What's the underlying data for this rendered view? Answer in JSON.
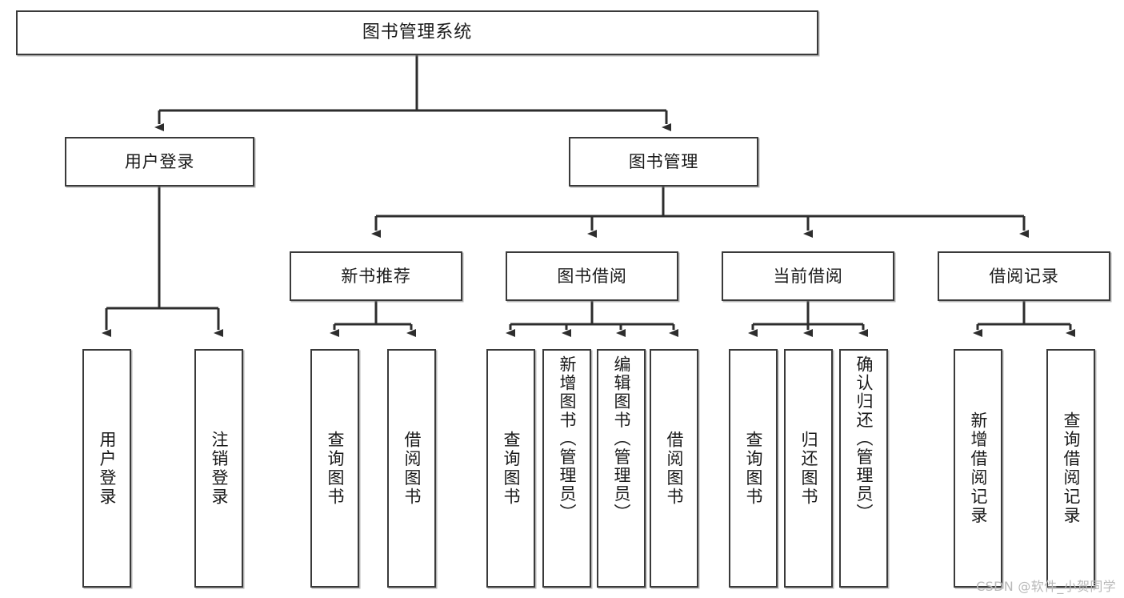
{
  "diagram": {
    "title": "图书管理系统",
    "type": "tree-hierarchy",
    "watermark": "CSDN @软件_小贺同学",
    "colors": {
      "box_border": "#3a3a3a",
      "box_fill": "#ffffff",
      "connector": "#2d2d2d",
      "text": "#1a1a1a",
      "watermark": "#b9b9b9"
    },
    "root": {
      "label": "图书管理系统"
    },
    "level2": [
      {
        "label": "用户登录"
      },
      {
        "label": "图书管理"
      }
    ],
    "level3": [
      {
        "label": "新书推荐"
      },
      {
        "label": "图书借阅"
      },
      {
        "label": "当前借阅"
      },
      {
        "label": "借阅记录"
      }
    ],
    "leaves": {
      "user_login": [
        {
          "label": "用户登录"
        },
        {
          "label": "注销登录"
        }
      ],
      "new_book_recommend": [
        {
          "label": "查询图书"
        },
        {
          "label": "借阅图书"
        }
      ],
      "book_borrow": [
        {
          "label": "查询图书"
        },
        {
          "label": "新增图书（管理员）"
        },
        {
          "label": "编辑图书（管理员）"
        },
        {
          "label": "借阅图书"
        }
      ],
      "current_borrow": [
        {
          "label": "查询图书"
        },
        {
          "label": "归还图书"
        },
        {
          "label": "确认归还（管理员）"
        }
      ],
      "borrow_record": [
        {
          "label": "新增借阅记录"
        },
        {
          "label": "查询借阅记录"
        }
      ]
    }
  }
}
